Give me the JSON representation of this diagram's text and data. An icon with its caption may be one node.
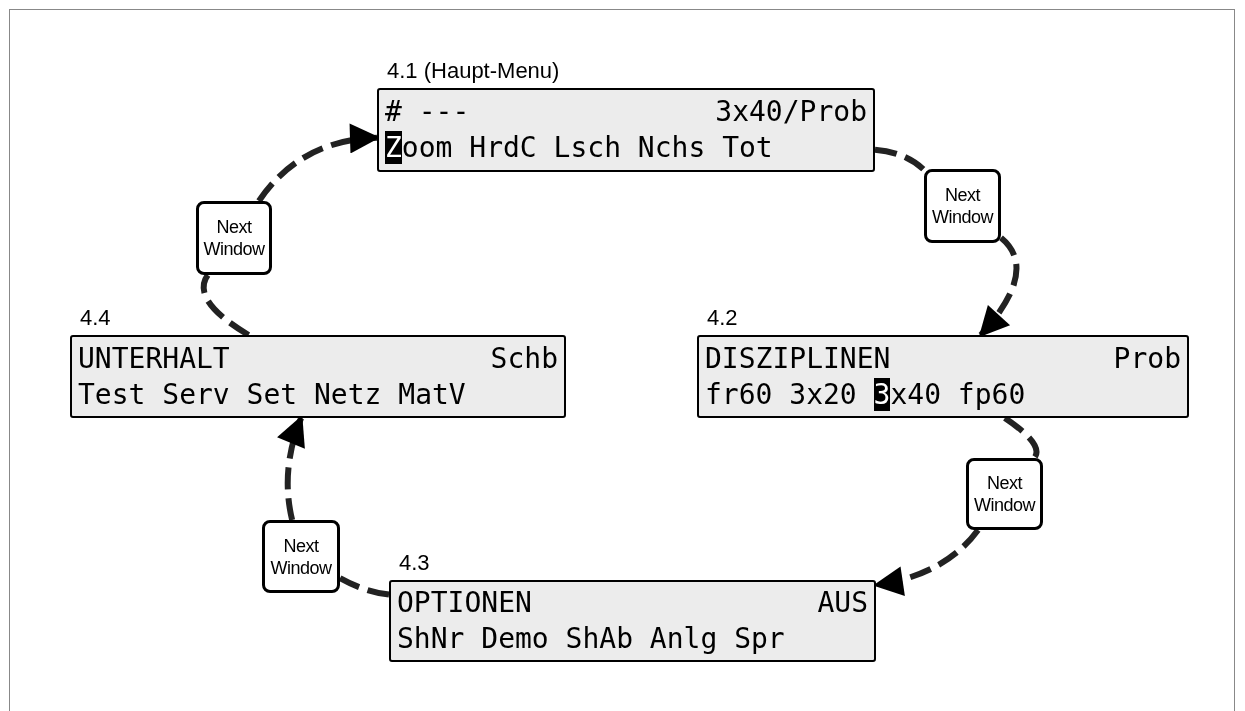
{
  "diagram": {
    "nodes": [
      {
        "text": [
          "4.1 (Haupt-Menu)",
          "# ---",
          "3x40/Prob",
          "**Z**oom HrdC Lsch Nchs Tot"
        ]
      },
      {
        "text": [
          "Next Window"
        ]
      },
      {
        "text": [
          "4.2",
          "DISZIPLINEN",
          "Prob",
          "fr60 3x20 **3**x40 fp60"
        ]
      },
      {
        "text": [
          "Next Window"
        ]
      },
      {
        "text": [
          "4.3",
          "OPTIONEN",
          "AUS",
          "ShNr Demo ShAb Anlg Spr"
        ]
      },
      {
        "text": [
          "Next Window"
        ]
      },
      {
        "text": [
          "4.4",
          "UNTERHALT",
          "Schb",
          "Test Serv Set Netz MatV"
        ]
      },
      {
        "text": [
          "Next Window"
        ]
      }
    ],
    "edges": [
      {
        "from": 0,
        "to": 1,
        "arrow": "none",
        "style": "dashed"
      },
      {
        "from": 1,
        "to": 2,
        "arrow": "to",
        "style": "dashed"
      },
      {
        "from": 2,
        "to": 3,
        "arrow": "none",
        "style": "dashed"
      },
      {
        "from": 3,
        "to": 4,
        "arrow": "to",
        "style": "dashed"
      },
      {
        "from": 4,
        "to": 5,
        "arrow": "none",
        "style": "dashed"
      },
      {
        "from": 5,
        "to": 6,
        "arrow": "to",
        "style": "dashed"
      },
      {
        "from": 6,
        "to": 7,
        "arrow": "none",
        "style": "dashed"
      },
      {
        "from": 7,
        "to": 0,
        "arrow": "to",
        "style": "dashed"
      }
    ]
  }
}
